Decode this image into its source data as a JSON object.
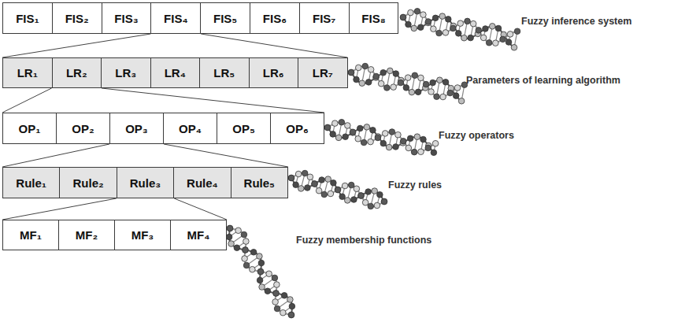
{
  "diagram": {
    "nodes": [
      {
        "text": [
          "FIS₁"
        ]
      },
      {
        "text": [
          "FIS₂"
        ]
      },
      {
        "text": [
          "FIS₃"
        ]
      },
      {
        "text": [
          "FIS₄"
        ]
      },
      {
        "text": [
          "FIS₅"
        ]
      },
      {
        "text": [
          "FIS₆"
        ]
      },
      {
        "text": [
          "FIS₇"
        ]
      },
      {
        "text": [
          "FIS₈"
        ]
      },
      {
        "text": [
          "LR₁"
        ]
      },
      {
        "text": [
          "LR₂"
        ]
      },
      {
        "text": [
          "LR₃"
        ]
      },
      {
        "text": [
          "LR₄"
        ]
      },
      {
        "text": [
          "LR₅"
        ]
      },
      {
        "text": [
          "LR₆"
        ]
      },
      {
        "text": [
          "LR₇"
        ]
      },
      {
        "text": [
          "OP₁"
        ]
      },
      {
        "text": [
          "OP₂"
        ]
      },
      {
        "text": [
          "OP₃"
        ]
      },
      {
        "text": [
          "OP₄"
        ]
      },
      {
        "text": [
          "OP₅"
        ]
      },
      {
        "text": [
          "OP₆"
        ]
      },
      {
        "text": [
          "Rule₁"
        ]
      },
      {
        "text": [
          "Rule₂"
        ]
      },
      {
        "text": [
          "Rule₃"
        ]
      },
      {
        "text": [
          "Rule₄"
        ]
      },
      {
        "text": [
          "Rule₅"
        ]
      },
      {
        "text": [
          "MF₁"
        ]
      },
      {
        "text": [
          "MF₂"
        ]
      },
      {
        "text": [
          "MF₃"
        ]
      },
      {
        "text": [
          "MF₄"
        ]
      }
    ],
    "edges": [
      {
        "from": 3,
        "to": 8,
        "arrow": "none"
      },
      {
        "from": 3,
        "to": 14,
        "arrow": "none"
      },
      {
        "from": 9,
        "to": 15,
        "arrow": "none"
      },
      {
        "from": 9,
        "to": 20,
        "arrow": "none"
      },
      {
        "from": 17,
        "to": 21,
        "arrow": "none"
      },
      {
        "from": 17,
        "to": 25,
        "arrow": "none"
      },
      {
        "from": 23,
        "to": 26,
        "arrow": "none"
      },
      {
        "from": 23,
        "to": 29,
        "arrow": "none"
      }
    ],
    "labels": [
      "Fuzzy inference system",
      "Parameters of learning algorithm",
      "Fuzzy operators",
      "Fuzzy rules",
      "Fuzzy membership functions"
    ]
  }
}
